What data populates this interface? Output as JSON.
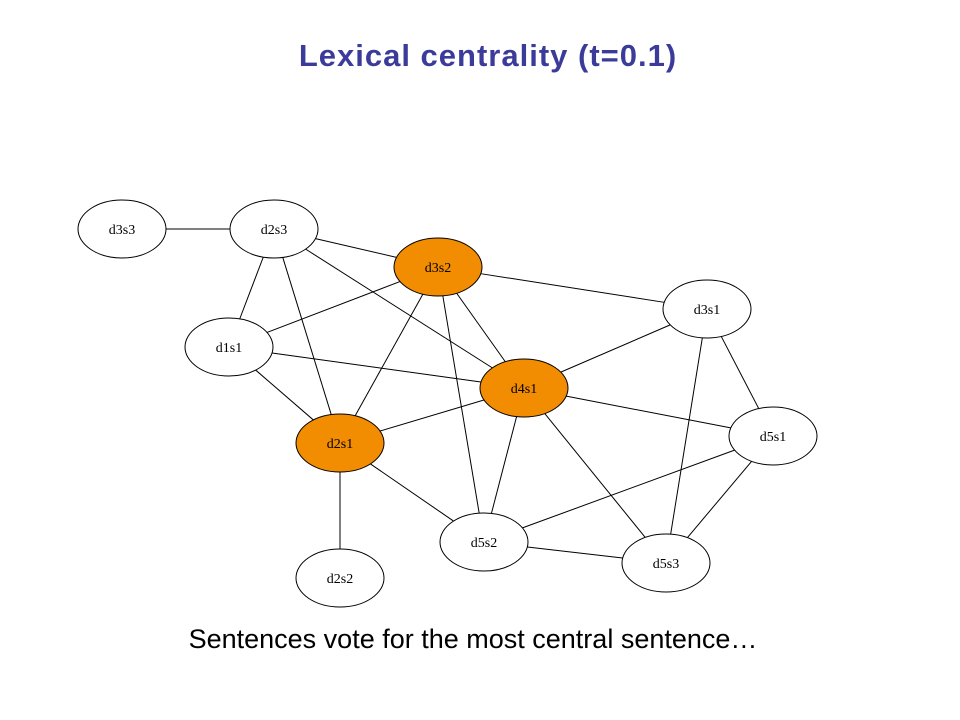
{
  "title": "Lexical centrality (t=0.1)",
  "caption": "Sentences vote for the most central sentence…",
  "colors": {
    "highlight": "#f28c00",
    "node_fill": "#ffffff",
    "stroke": "#000000",
    "title": "#3b3b9a"
  },
  "nodes": [
    {
      "id": "d3s3",
      "label": "d3s3",
      "highlighted": false
    },
    {
      "id": "d2s3",
      "label": "d2s3",
      "highlighted": false
    },
    {
      "id": "d3s2",
      "label": "d3s2",
      "highlighted": true
    },
    {
      "id": "d3s1",
      "label": "d3s1",
      "highlighted": false
    },
    {
      "id": "d1s1",
      "label": "d1s1",
      "highlighted": false
    },
    {
      "id": "d4s1",
      "label": "d4s1",
      "highlighted": true
    },
    {
      "id": "d2s1",
      "label": "d2s1",
      "highlighted": true
    },
    {
      "id": "d5s1",
      "label": "d5s1",
      "highlighted": false
    },
    {
      "id": "d5s2",
      "label": "d5s2",
      "highlighted": false
    },
    {
      "id": "d5s3",
      "label": "d5s3",
      "highlighted": false
    },
    {
      "id": "d2s2",
      "label": "d2s2",
      "highlighted": false
    }
  ],
  "edges": [
    [
      "d3s3",
      "d2s3"
    ],
    [
      "d2s3",
      "d3s2"
    ],
    [
      "d2s3",
      "d1s1"
    ],
    [
      "d2s3",
      "d2s1"
    ],
    [
      "d2s3",
      "d4s1"
    ],
    [
      "d3s2",
      "d1s1"
    ],
    [
      "d3s2",
      "d3s1"
    ],
    [
      "d3s2",
      "d4s1"
    ],
    [
      "d3s2",
      "d2s1"
    ],
    [
      "d3s2",
      "d5s2"
    ],
    [
      "d1s1",
      "d4s1"
    ],
    [
      "d1s1",
      "d2s1"
    ],
    [
      "d4s1",
      "d3s1"
    ],
    [
      "d4s1",
      "d2s1"
    ],
    [
      "d4s1",
      "d5s1"
    ],
    [
      "d4s1",
      "d5s2"
    ],
    [
      "d4s1",
      "d5s3"
    ],
    [
      "d3s1",
      "d5s1"
    ],
    [
      "d3s1",
      "d5s3"
    ],
    [
      "d2s1",
      "d5s2"
    ],
    [
      "d2s1",
      "d2s2"
    ],
    [
      "d5s1",
      "d5s2"
    ],
    [
      "d5s1",
      "d5s3"
    ],
    [
      "d5s2",
      "d5s3"
    ]
  ]
}
